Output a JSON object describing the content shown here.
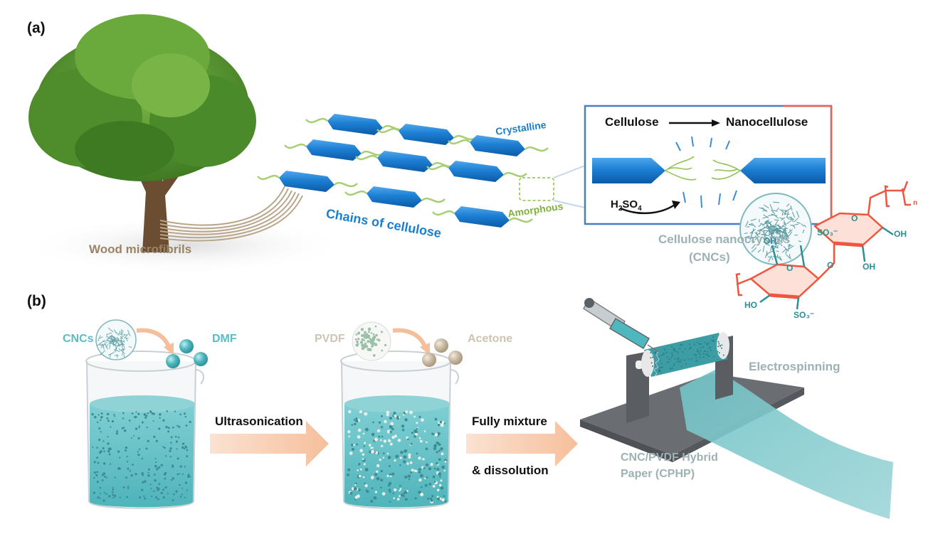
{
  "panels": {
    "a": "(a)",
    "b": "(b)"
  },
  "panel_a": {
    "wood_label": "Wood microfibrils",
    "crystalline_label": "Crystalline",
    "amorphous_label": "Amorphous",
    "chains_label": "Chains of cellulose",
    "inset": {
      "from": "Cellulose",
      "to": "Nanocellulose",
      "acid": "H",
      "acid_sub": "2",
      "acid_mid": "SO",
      "acid_sub2": "4"
    },
    "cnc_label_1": "Cellulose nanocrystals",
    "cnc_label_2": "(CNCs)",
    "chem": {
      "so3_top": "SO₃⁻",
      "so3_bottom": "SO₃⁻",
      "oh_1": "OH",
      "oh_2": "OH",
      "oh_3": "OH",
      "ho": "HO",
      "o_1": "O",
      "o_2": "O",
      "o_3": "O",
      "n": "n"
    }
  },
  "panel_b": {
    "cncs": "CNCs",
    "dmf": "DMF",
    "pvdf": "PVDF",
    "acetone": "Acetone",
    "step1": "Ultrasonication",
    "step2_line1": "Fully mixture",
    "step2_line2": "& dissolution",
    "electrospinning": "Electrospinning",
    "product_line1": "CNC/PVDF Hybrid",
    "product_line2": "Paper (CPHP)"
  },
  "colors": {
    "cellulose_blue": "#1a7fd0",
    "amorphous_green": "#8dbf4a",
    "cnc_teal": "#4fb7be",
    "arrow_peach": "#f7c7a6",
    "inset_border_red": "#e8664f",
    "chem_red": "#f0553d"
  }
}
